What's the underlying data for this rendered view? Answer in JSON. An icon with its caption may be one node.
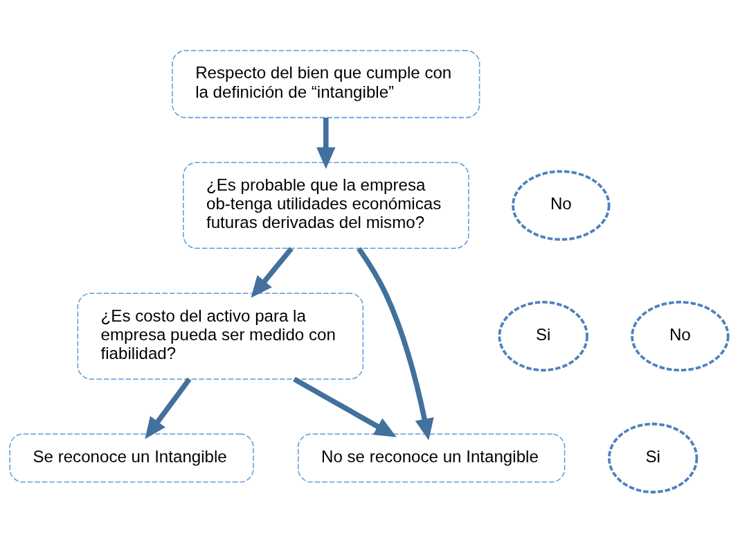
{
  "diagram": {
    "nodes": [
      {
        "text": [
          "Respecto del bien que cumple con la definición de “intangible”"
        ]
      },
      {
        "text": [
          "No"
        ]
      },
      {
        "text": [
          "¿Es probable que la empresa ob-tenga utilidades económicas futuras derivadas del mismo?"
        ]
      },
      {
        "text": [
          "Si"
        ]
      },
      {
        "text": [
          "No"
        ]
      },
      {
        "text": [
          "¿Es costo del activo para la empresa pueda ser medido con fiabilidad?"
        ]
      },
      {
        "text": [
          "Si"
        ]
      },
      {
        "text": [
          "Se reconoce un Intangible"
        ]
      },
      {
        "text": [
          "No se reconoce un Intangible"
        ]
      }
    ],
    "edges": [
      {
        "from": 0,
        "to": 2,
        "arrow": "to"
      },
      {
        "from": 2,
        "to": 5,
        "arrow": "to"
      },
      {
        "from": 5,
        "to": 7,
        "arrow": "to"
      },
      {
        "from": 2,
        "to": 8,
        "arrow": "to"
      },
      {
        "from": 5,
        "to": 8,
        "arrow": "to"
      }
    ]
  }
}
